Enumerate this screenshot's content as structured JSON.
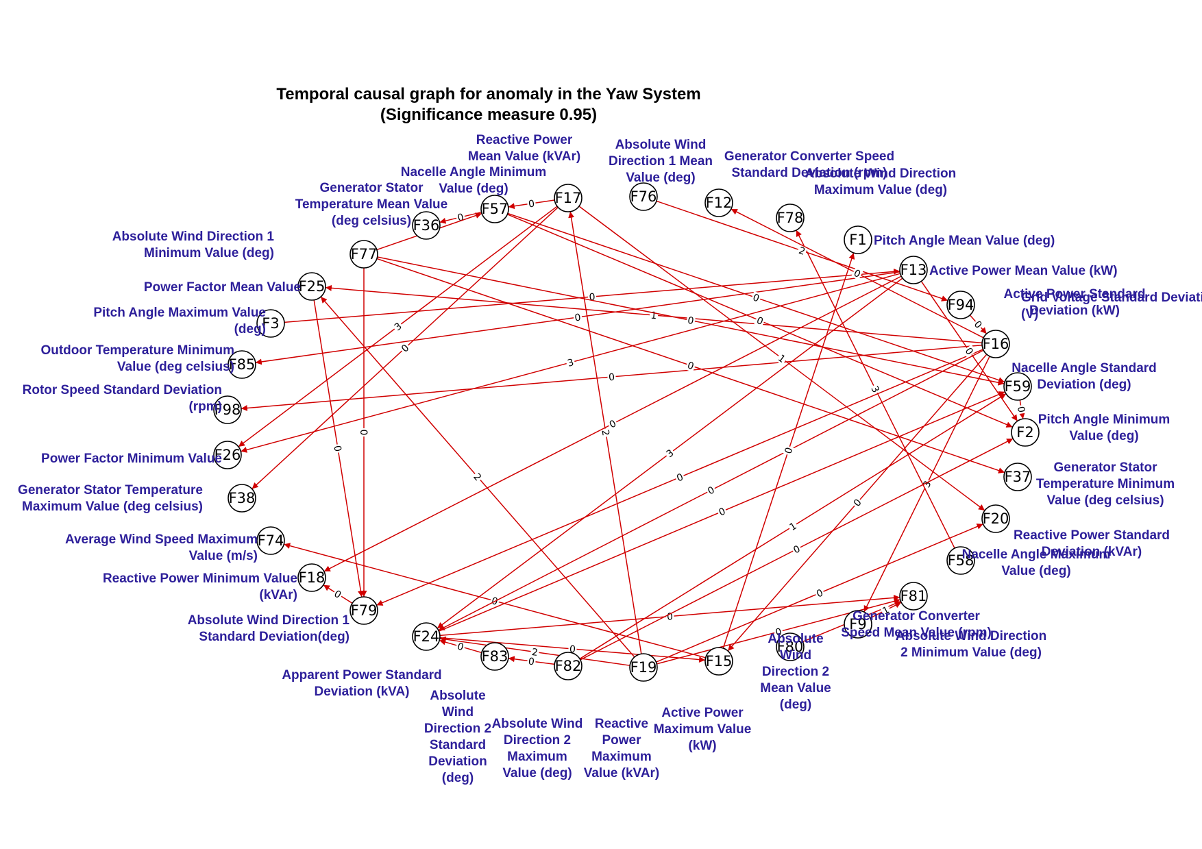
{
  "title_line1": "Temporal causal graph for anomaly in the Yaw System",
  "title_line2": "(Significance measure 0.95)",
  "colors": {
    "edge": "#d00000",
    "label_text": "#2d1f9a",
    "node_stroke": "#000000",
    "node_fill": "#ffffff"
  },
  "nodes": [
    {
      "id": "F17",
      "desc": [
        "Reactive Power",
        "Mean Value (kVAr)"
      ]
    },
    {
      "id": "F57",
      "desc": [
        "Nacelle Angle Minimum",
        "Value (deg)"
      ]
    },
    {
      "id": "F36",
      "desc": [
        "Generator Stator",
        "Temperature Mean Value",
        "(deg celsius)"
      ]
    },
    {
      "id": "F77",
      "desc": [
        "Absolute Wind Direction 1",
        "Minimum Value (deg)"
      ]
    },
    {
      "id": "F25",
      "desc": [
        "Power Factor Mean Value"
      ]
    },
    {
      "id": "F3",
      "desc": [
        "Pitch Angle Maximum Value",
        "(deg)"
      ]
    },
    {
      "id": "F85",
      "desc": [
        "Outdoor Temperature Minimum",
        "Value (deg celsius)"
      ]
    },
    {
      "id": "F98",
      "desc": [
        "Rotor Speed Standard Deviation",
        "(rpm)"
      ]
    },
    {
      "id": "F26",
      "desc": [
        "Power Factor Minimum Value"
      ]
    },
    {
      "id": "F38",
      "desc": [
        "Generator Stator Temperature",
        "Maximum Value (deg celsius)"
      ]
    },
    {
      "id": "F74",
      "desc": [
        "Average Wind Speed Maximum",
        "Value (m/s)"
      ]
    },
    {
      "id": "F18",
      "desc": [
        "Reactive Power Minimum Value",
        "(kVAr)"
      ]
    },
    {
      "id": "F79",
      "desc": [
        "Absolute Wind Direction 1",
        "Standard Deviation(deg)"
      ]
    },
    {
      "id": "F24",
      "desc": [
        "Apparent Power Standard",
        "Deviation (kVA)"
      ]
    },
    {
      "id": "F83",
      "desc": [
        "Absolute",
        "Wind",
        "Direction 2",
        "Standard",
        "Deviation",
        "(deg)"
      ]
    },
    {
      "id": "F82",
      "desc": [
        "Absolute Wind",
        "Direction 2",
        "Maximum",
        "Value (deg)"
      ]
    },
    {
      "id": "F19",
      "desc": [
        "Reactive",
        "Power",
        "Maximum",
        "Value (kVAr)"
      ]
    },
    {
      "id": "F15",
      "desc": [
        "Active Power",
        "Maximum Value",
        "(kW)"
      ]
    },
    {
      "id": "F80",
      "desc": [
        "Absolute",
        "Wind",
        "Direction 2",
        "Mean Value",
        "(deg)"
      ]
    },
    {
      "id": "F9",
      "desc": [
        "Generator Converter",
        "Speed Mean Value (rpm)"
      ]
    },
    {
      "id": "F81",
      "desc": [
        "Absolute Wind Direction",
        "2 Minimum Value (deg)"
      ]
    },
    {
      "id": "F58",
      "desc": [
        "Nacelle Angle Maximum",
        "Value (deg)"
      ]
    },
    {
      "id": "F20",
      "desc": [
        "Reactive Power Standard",
        "Deviation (kVAr)"
      ]
    },
    {
      "id": "F37",
      "desc": [
        "Generator Stator",
        "Temperature Minimum",
        "Value (deg celsius)"
      ]
    },
    {
      "id": "F2",
      "desc": [
        "Pitch Angle Minimum",
        "Value (deg)"
      ]
    },
    {
      "id": "F59",
      "desc": [
        "Nacelle Angle Standard",
        "Deviation (deg)"
      ]
    },
    {
      "id": "F16",
      "desc": [
        "Active Power Standard",
        "Deviation (kW)"
      ]
    },
    {
      "id": "F94",
      "desc": [
        "Grid Voltage Standard Deviation",
        "(V)"
      ]
    },
    {
      "id": "F13",
      "desc": [
        "Active Power Mean Value (kW)"
      ]
    },
    {
      "id": "F1",
      "desc": [
        "Pitch Angle Mean Value (deg)"
      ]
    },
    {
      "id": "F78",
      "desc": [
        "Absolute Wind Direction",
        "Maximum Value (deg)"
      ]
    },
    {
      "id": "F12",
      "desc": [
        "Generator Converter Speed",
        "Standard Deviation (rpm)"
      ]
    },
    {
      "id": "F76",
      "desc": [
        "Absolute Wind",
        "Direction 1 Mean",
        "Value (deg)"
      ]
    }
  ],
  "edges": [
    {
      "from": "F17",
      "to": "F57",
      "lag": "0"
    },
    {
      "from": "F57",
      "to": "F36",
      "lag": "0"
    },
    {
      "from": "F77",
      "to": "F57",
      "lag": "0"
    },
    {
      "from": "F17",
      "to": "F26",
      "lag": "3"
    },
    {
      "from": "F17",
      "to": "F38",
      "lag": "0"
    },
    {
      "from": "F77",
      "to": "F79",
      "lag": "0"
    },
    {
      "from": "F25",
      "to": "F79",
      "lag": "0"
    },
    {
      "from": "F19",
      "to": "F25",
      "lag": "2"
    },
    {
      "from": "F19",
      "to": "F17",
      "lag": "2"
    },
    {
      "from": "F3",
      "to": "F13",
      "lag": "0"
    },
    {
      "from": "F16",
      "to": "F25",
      "lag": "1"
    },
    {
      "from": "F13",
      "to": "F85",
      "lag": "0"
    },
    {
      "from": "F16",
      "to": "F98",
      "lag": "0"
    },
    {
      "from": "F13",
      "to": "F26",
      "lag": "3"
    },
    {
      "from": "F79",
      "to": "F18",
      "lag": "0"
    },
    {
      "from": "F13",
      "to": "F18",
      "lag": "0"
    },
    {
      "from": "F15",
      "to": "F74",
      "lag": "0"
    },
    {
      "from": "F16",
      "to": "F79",
      "lag": "0"
    },
    {
      "from": "F24",
      "to": "F59",
      "lag": "0"
    },
    {
      "from": "F82",
      "to": "F59",
      "lag": "1"
    },
    {
      "from": "F13",
      "to": "F24",
      "lag": "3"
    },
    {
      "from": "F16",
      "to": "F24",
      "lag": "0"
    },
    {
      "from": "F83",
      "to": "F24",
      "lag": "0"
    },
    {
      "from": "F82",
      "to": "F83",
      "lag": "0"
    },
    {
      "from": "F19",
      "to": "F24",
      "lag": "2"
    },
    {
      "from": "F24",
      "to": "F81",
      "lag": "0"
    },
    {
      "from": "F24",
      "to": "F15",
      "lag": "0"
    },
    {
      "from": "F80",
      "to": "F81",
      "lag": "1"
    },
    {
      "from": "F9",
      "to": "F81",
      "lag": "1"
    },
    {
      "from": "F19",
      "to": "F81",
      "lag": "0"
    },
    {
      "from": "F19",
      "to": "F20",
      "lag": "0"
    },
    {
      "from": "F15",
      "to": "F1",
      "lag": "0"
    },
    {
      "from": "F16",
      "to": "F15",
      "lag": "0"
    },
    {
      "from": "F16",
      "to": "F9",
      "lag": "3"
    },
    {
      "from": "F58",
      "to": "F78",
      "lag": "3"
    },
    {
      "from": "F76",
      "to": "F94",
      "lag": "2"
    },
    {
      "from": "F16",
      "to": "F12",
      "lag": "0"
    },
    {
      "from": "F17",
      "to": "F20",
      "lag": "1"
    },
    {
      "from": "F77",
      "to": "F37",
      "lag": "0"
    },
    {
      "from": "F57",
      "to": "F2",
      "lag": "0"
    },
    {
      "from": "F57",
      "to": "F59",
      "lag": "0"
    },
    {
      "from": "F13",
      "to": "F2",
      "lag": "0"
    },
    {
      "from": "F77",
      "to": "F59",
      "lag": "0"
    },
    {
      "from": "F94",
      "to": "F16",
      "lag": "0"
    },
    {
      "from": "F59",
      "to": "F2",
      "lag": "0"
    },
    {
      "from": "F82",
      "to": "F2",
      "lag": "0"
    }
  ]
}
